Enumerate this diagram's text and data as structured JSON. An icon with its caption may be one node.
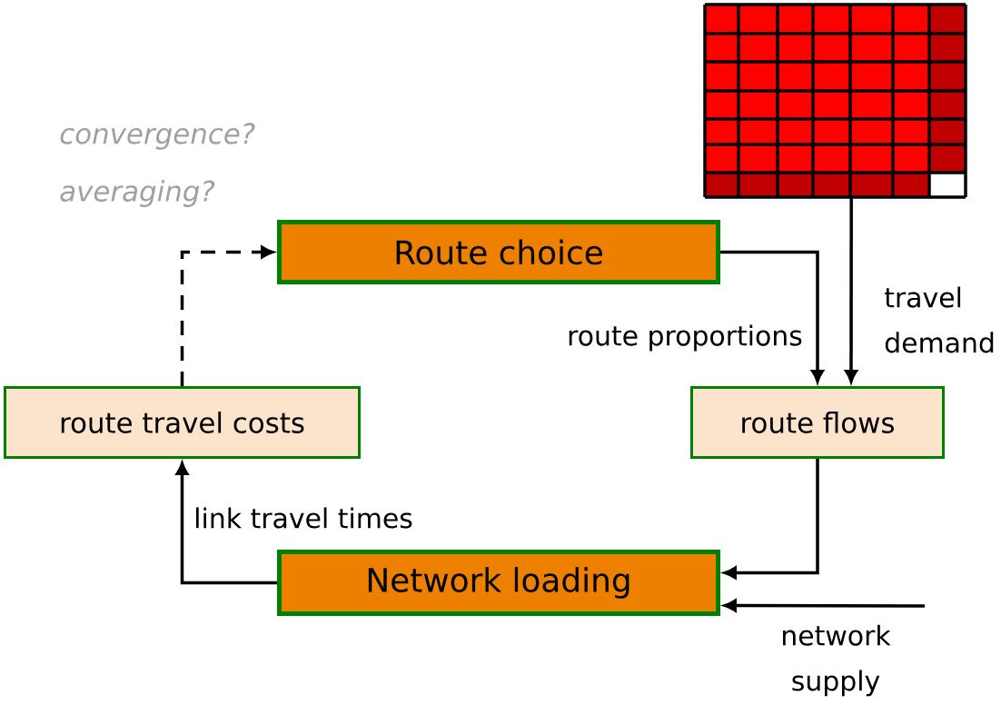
{
  "diagram": {
    "nodes": [
      {
        "text": [
          "Route choice"
        ]
      },
      {
        "text": [
          "route travel costs"
        ]
      },
      {
        "text": [
          "route flows"
        ]
      },
      {
        "text": [
          "Network loading"
        ]
      },
      {
        "text": [],
        "shape": "picture"
      }
    ],
    "edges": [
      {
        "from": 0,
        "to": 2,
        "arrow": "to",
        "label": "route proportions"
      },
      {
        "from": 4,
        "to": 2,
        "arrow": "to",
        "label": "travel demand"
      },
      {
        "from": 2,
        "to": 3,
        "arrow": "to"
      },
      {
        "from": null,
        "to": 3,
        "arrow": "to",
        "label": "network supply"
      },
      {
        "from": 3,
        "to": 1,
        "arrow": "to",
        "label": "link travel times"
      },
      {
        "from": 1,
        "to": 0,
        "arrow": "to",
        "style": "dashed"
      }
    ],
    "labels": [
      "convergence?",
      "averaging?"
    ]
  }
}
